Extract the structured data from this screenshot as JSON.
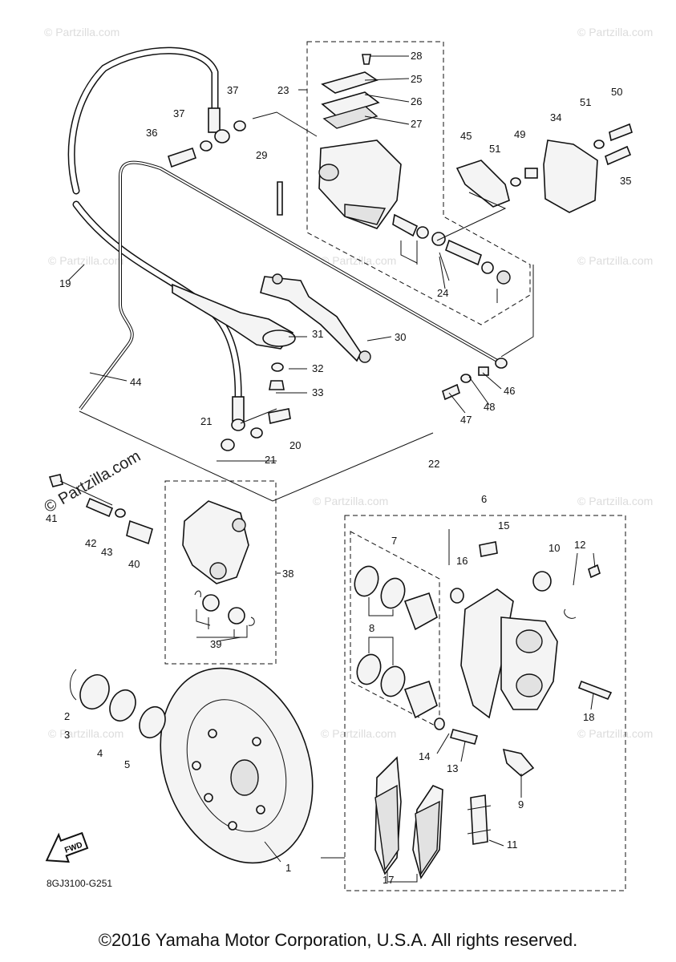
{
  "diagram": {
    "code": "8GJ3100-G251",
    "copyright": "©2016 Yamaha Motor Corporation, U.S.A. All rights reserved.",
    "watermark": "© Partzilla.com",
    "fwd_label": "FWD",
    "callouts": {
      "c1": "1",
      "c2": "2",
      "c3": "3",
      "c4": "4",
      "c5": "5",
      "c6": "6",
      "c7": "7",
      "c8": "8",
      "c9": "9",
      "c10": "10",
      "c11": "11",
      "c12": "12",
      "c13": "13",
      "c14": "14",
      "c15": "15",
      "c16": "16",
      "c17": "17",
      "c18": "18",
      "c19": "19",
      "c20": "20",
      "c21a": "21",
      "c21b": "21",
      "c22": "22",
      "c23": "23",
      "c24": "24",
      "c25": "25",
      "c26": "26",
      "c27": "27",
      "c28": "28",
      "c29": "29",
      "c30": "30",
      "c31": "31",
      "c32": "32",
      "c33": "33",
      "c34": "34",
      "c35": "35",
      "c36": "36",
      "c37a": "37",
      "c37b": "37",
      "c38": "38",
      "c39": "39",
      "c40": "40",
      "c41": "41",
      "c42": "42",
      "c43": "43",
      "c44": "44",
      "c45": "45",
      "c46": "46",
      "c47": "47",
      "c48": "48",
      "c49": "49",
      "c50": "50",
      "c51a": "51",
      "c51b": "51"
    }
  }
}
